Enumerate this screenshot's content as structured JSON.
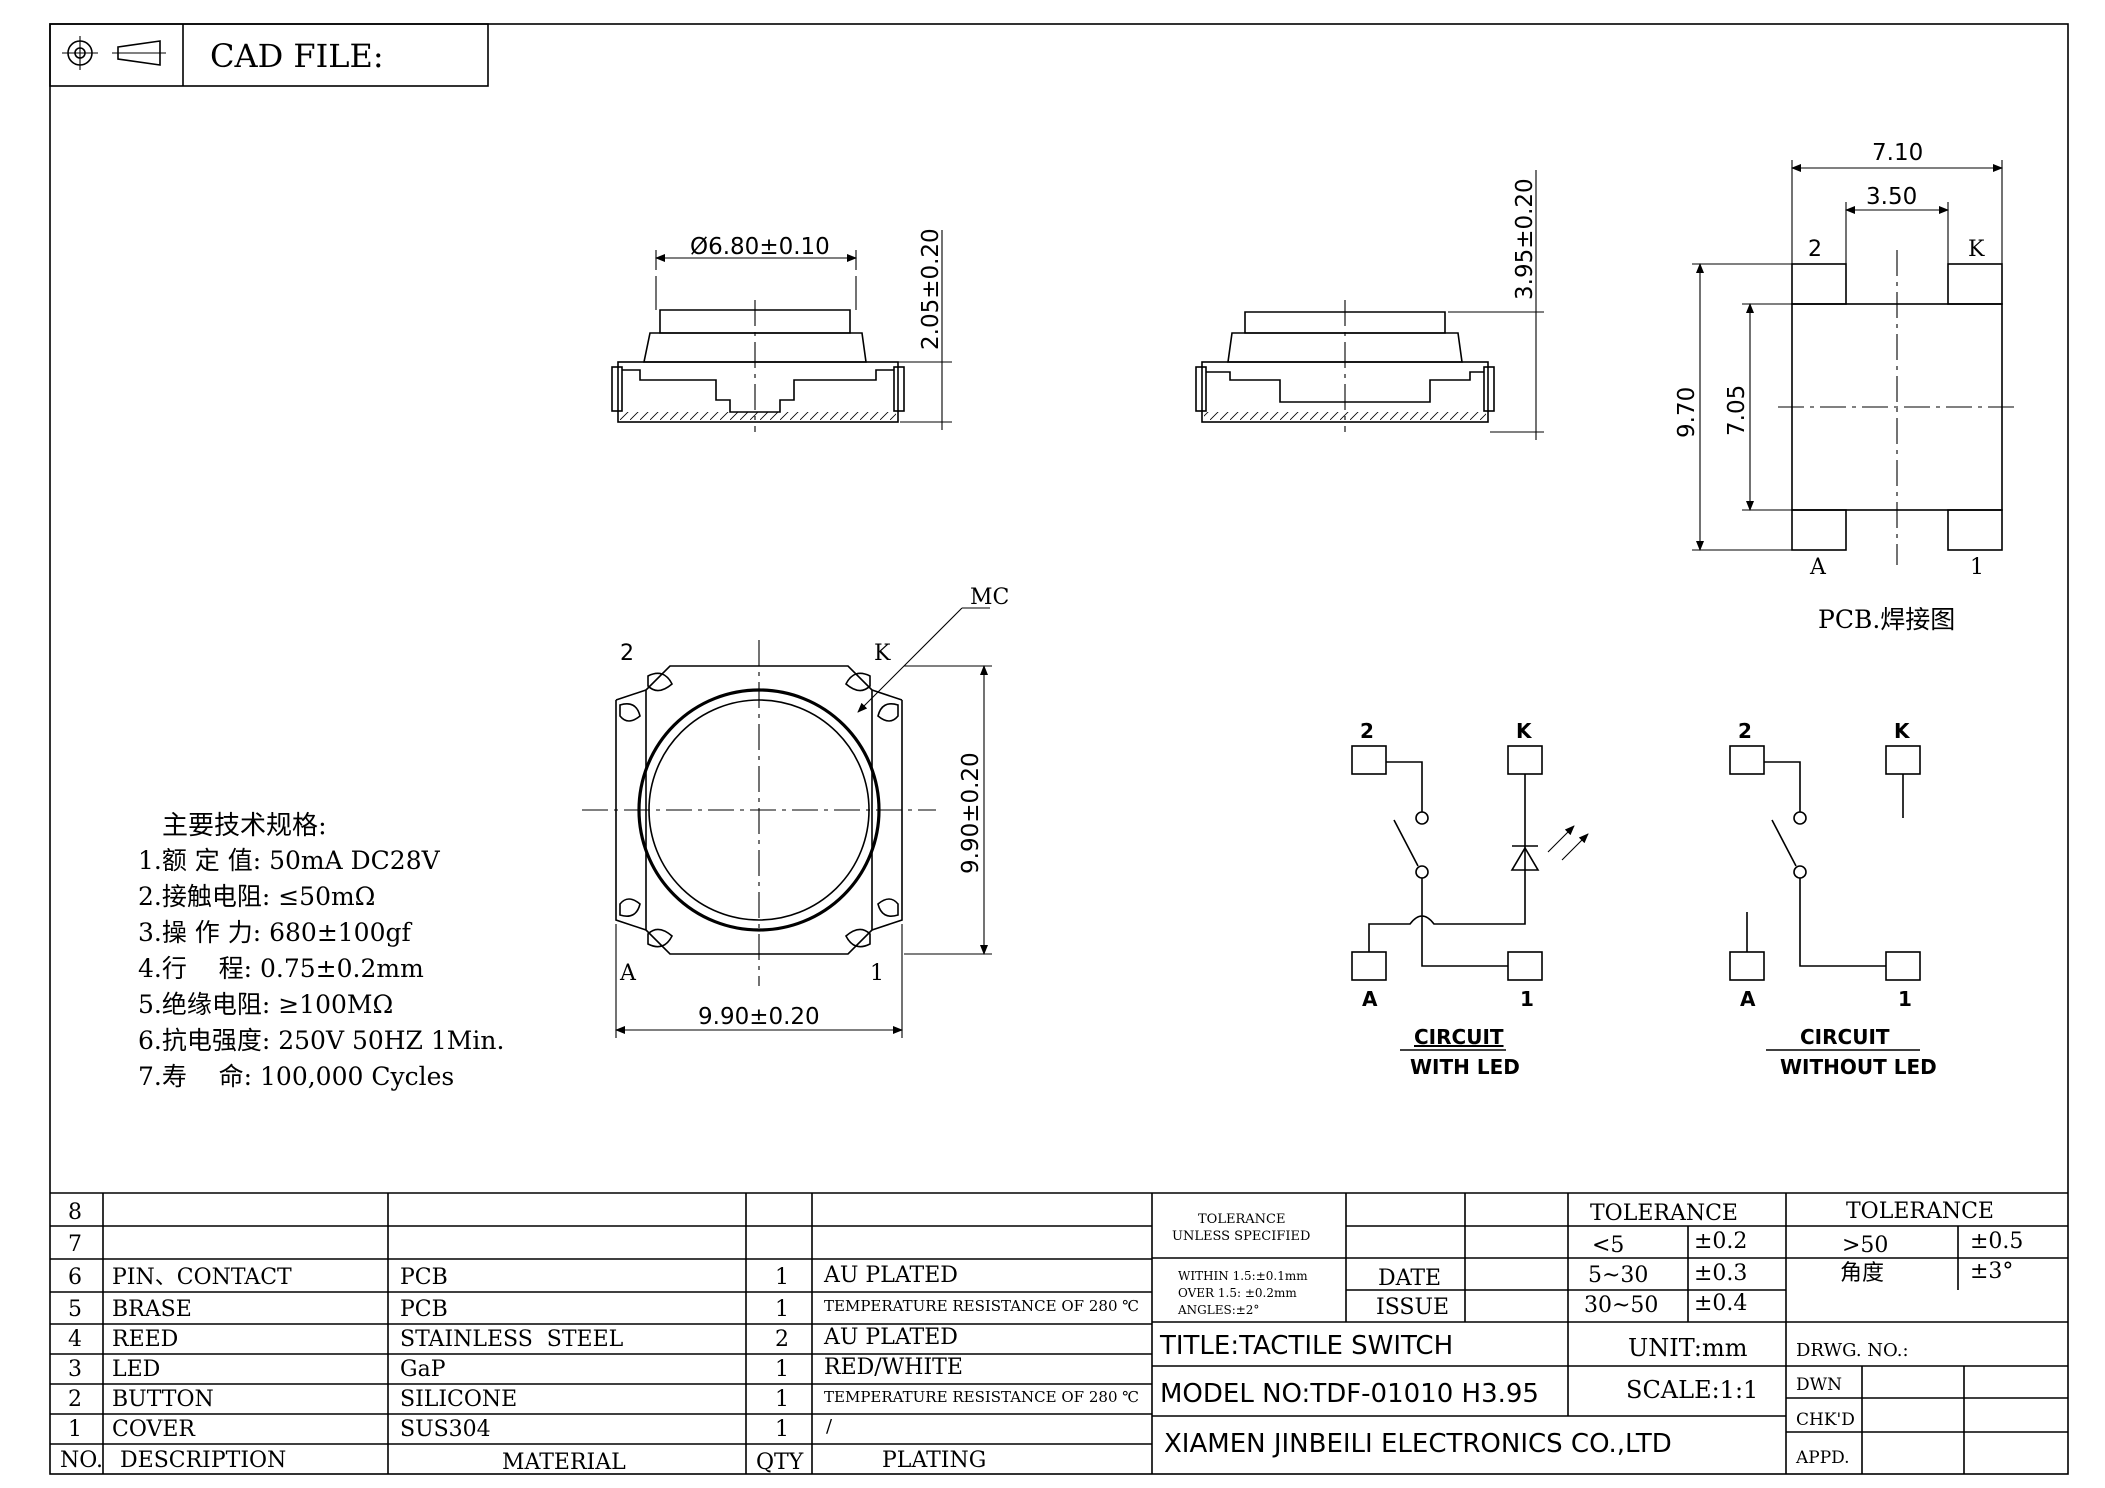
{
  "header": {
    "cad_file_label": "CAD FILE:"
  },
  "top_view": {
    "diameter": "Ø6.80±0.10",
    "height": "2.05±0.20"
  },
  "side_view": {
    "height": "3.95±0.20"
  },
  "pcb": {
    "width_total": "7.10",
    "width_inner": "3.50",
    "height_total": "9.70",
    "height_inner": "7.05",
    "pin_2": "2",
    "pin_k": "K",
    "pin_a": "A",
    "pin_1": "1",
    "caption": "PCB.焊接图"
  },
  "plan_view": {
    "pin_2": "2",
    "pin_k": "K",
    "pin_a": "A",
    "pin_1": "1",
    "mc_label": "MC",
    "height": "9.90±0.20",
    "width": "9.90±0.20"
  },
  "specs": {
    "title": "主要技术规格:",
    "items": [
      "1.额 定 值: 50mA DC28V",
      "2.接触电阻: ≤50mΩ",
      "3.操 作 力: 680±100gf",
      "4.行    程: 0.75±0.2mm",
      "5.绝缘电阻: ≥100MΩ",
      "6.抗电强度: 250V 50HZ 1Min.",
      "7.寿    命: 100,000 Cycles"
    ]
  },
  "circuit_led": {
    "pin_2": "2",
    "pin_k": "K",
    "pin_a": "A",
    "pin_1": "1",
    "title_1": "CIRCUIT",
    "title_2": "WITH LED"
  },
  "circuit_noled": {
    "pin_2": "2",
    "pin_k": "K",
    "pin_a": "A",
    "pin_1": "1",
    "title_1": "CIRCUIT",
    "title_2": "WITHOUT LED"
  },
  "bom": {
    "header": {
      "no": "NO.",
      "description": "DESCRIPTION",
      "material": "MATERIAL",
      "qty": "QTY",
      "plating": "PLATING"
    },
    "rows": [
      {
        "no": "8",
        "description": "",
        "material": "",
        "qty": "",
        "plating": ""
      },
      {
        "no": "7",
        "description": "",
        "material": "",
        "qty": "",
        "plating": ""
      },
      {
        "no": "6",
        "description": "PIN、CONTACT",
        "material": "PCB",
        "qty": "1",
        "plating": "AU PLATED"
      },
      {
        "no": "5",
        "description": "BRASE",
        "material": "PCB",
        "qty": "1",
        "plating": "TEMPERATURE RESISTANCE OF 280 ℃"
      },
      {
        "no": "4",
        "description": "REED",
        "material": "STAINLESS  STEEL",
        "qty": "2",
        "plating": "AU PLATED"
      },
      {
        "no": "3",
        "description": "LED",
        "material": "GaP",
        "qty": "1",
        "plating": "RED/WHITE"
      },
      {
        "no": "2",
        "description": "BUTTON",
        "material": "SILICONE",
        "qty": "1",
        "plating": "TEMPERATURE RESISTANCE OF 280 ℃"
      },
      {
        "no": "1",
        "description": "COVER",
        "material": "SUS304",
        "qty": "1",
        "plating": "/"
      }
    ]
  },
  "title_block": {
    "tol_unless_1": "TOLERANCE",
    "tol_unless_2": "UNLESS SPECIFIED",
    "within": "WITHIN 1.5:±0.1mm",
    "over": "OVER 1.5: ±0.2mm",
    "angles": "ANGLES:±2°",
    "date_label": "DATE",
    "issue_label": "ISSUE",
    "tolerance_label_1": "TOLERANCE",
    "tolerance_label_2": "TOLERANCE",
    "tol_rows": [
      {
        "range": "<5",
        "value": "±0.2"
      },
      {
        "range": "5~30",
        "value": "±0.3"
      },
      {
        "range": "30~50",
        "value": "±0.4"
      }
    ],
    "tol_gt50": ">50",
    "tol_gt50_value": "±0.5",
    "angle_label": "角度",
    "angle_value": "±3°",
    "title": "TITLE:TACTILE SWITCH",
    "unit": "UNIT:mm",
    "drwg_no": "DRWG. NO.:",
    "model": "MODEL NO:TDF-01010 H3.95",
    "scale": "SCALE:1:1",
    "dwn": "DWN",
    "chkd": "CHK'D",
    "appd": "APPD.",
    "company": "XIAMEN JINBEILI ELECTRONICS CO.,LTD"
  }
}
